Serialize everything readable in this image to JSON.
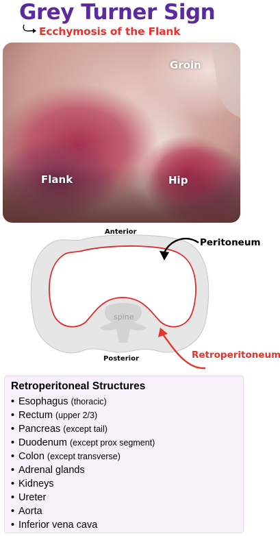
{
  "title": "Grey Turner Sign",
  "subtitle": "Ecchymosis of the Flank",
  "photo": {
    "labels": {
      "groin": "Groin",
      "flank": "Flank",
      "hip": "Hip"
    }
  },
  "diagram": {
    "anterior": "Anterior",
    "posterior": "Posterior",
    "spine": "spine",
    "peritoneum": "Peritoneum",
    "retroperitoneum": "Retroperitoneum",
    "colors": {
      "peritoneum_line": "#e0292a",
      "retro_arrow": "#e8322c",
      "body": "#e6e6e6"
    }
  },
  "structures": {
    "title": "Retroperitoneal Structures",
    "items": [
      {
        "name": "Esophagus",
        "note": "(thoracic)"
      },
      {
        "name": "Rectum",
        "note": "(upper 2/3)"
      },
      {
        "name": "Pancreas",
        "note": "(except tail)"
      },
      {
        "name": "Duodenum",
        "note": "(except prox segment)"
      },
      {
        "name": "Colon",
        "note": "(except transverse)"
      },
      {
        "name": "Adrenal glands",
        "note": ""
      },
      {
        "name": "Kidneys",
        "note": ""
      },
      {
        "name": "Ureter",
        "note": ""
      },
      {
        "name": "Aorta",
        "note": ""
      },
      {
        "name": "Inferior vena cava",
        "note": ""
      }
    ]
  }
}
